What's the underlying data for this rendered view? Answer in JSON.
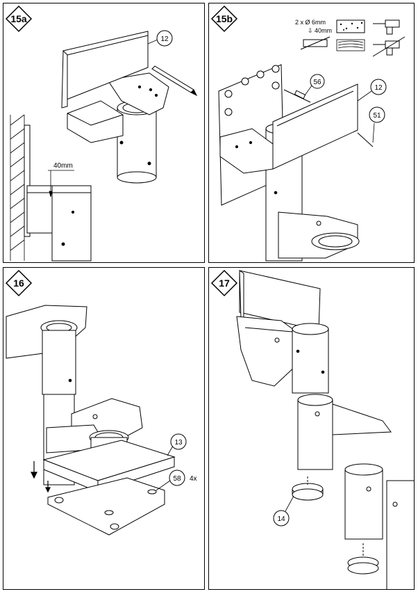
{
  "panels": [
    {
      "id": "15a",
      "callouts": [
        "12"
      ],
      "dimension": "40mm"
    },
    {
      "id": "15b",
      "callouts": [
        "56",
        "12",
        "51"
      ],
      "spec_qty": "2 x Ø 6mm",
      "spec_depth": "⇩ 40mm"
    },
    {
      "id": "16",
      "callouts": [
        "13",
        "58"
      ],
      "multiplier": "4x"
    },
    {
      "id": "17",
      "callouts": [
        "14"
      ]
    }
  ]
}
